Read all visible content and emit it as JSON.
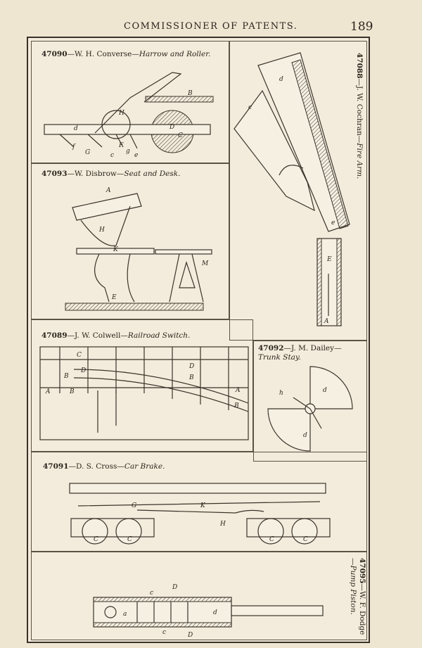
{
  "header": {
    "running_head": "COMMISSIONER OF PATENTS.",
    "page_number": "189"
  },
  "patents": [
    {
      "number": "47090",
      "inventor": "W. H. Converse",
      "title": "Harrow and Roller."
    },
    {
      "number": "47088",
      "inventor": "J. W. Cochran",
      "title": "Fire Arm."
    },
    {
      "number": "47093",
      "inventor": "W. Disbrow",
      "title": "Seat and Desk."
    },
    {
      "number": "47089",
      "inventor": "J. W. Colwell",
      "title": "Railroad Switch."
    },
    {
      "number": "47092",
      "inventor": "J. M. Dailey",
      "title": "Trunk Stay."
    },
    {
      "number": "47091",
      "inventor": "D. S. Cross",
      "title": "Car Brake."
    },
    {
      "number": "47095",
      "inventor": "W. F. Dodge",
      "title": "Pump Piston."
    }
  ],
  "figure_labels": {
    "harrow": [
      "B",
      "D",
      "C",
      "H",
      "d",
      "f",
      "G",
      "c",
      "F",
      "g",
      "e"
    ],
    "firearm": [
      "d",
      "c",
      "e",
      "E",
      "A"
    ],
    "seat": [
      "A",
      "H",
      "K",
      "M",
      "E"
    ],
    "switch": [
      "C",
      "D",
      "B",
      "A",
      "B",
      "D",
      "B",
      "A",
      "B"
    ],
    "trunk": [
      "d",
      "h",
      "d"
    ],
    "brake": [
      "G",
      "K",
      "H",
      "C",
      "C",
      "C",
      "C"
    ],
    "piston": [
      "D",
      "c",
      "a",
      "d",
      "c",
      "D"
    ]
  },
  "colors": {
    "paper": "#efe6d2",
    "ink": "#2a241c"
  }
}
